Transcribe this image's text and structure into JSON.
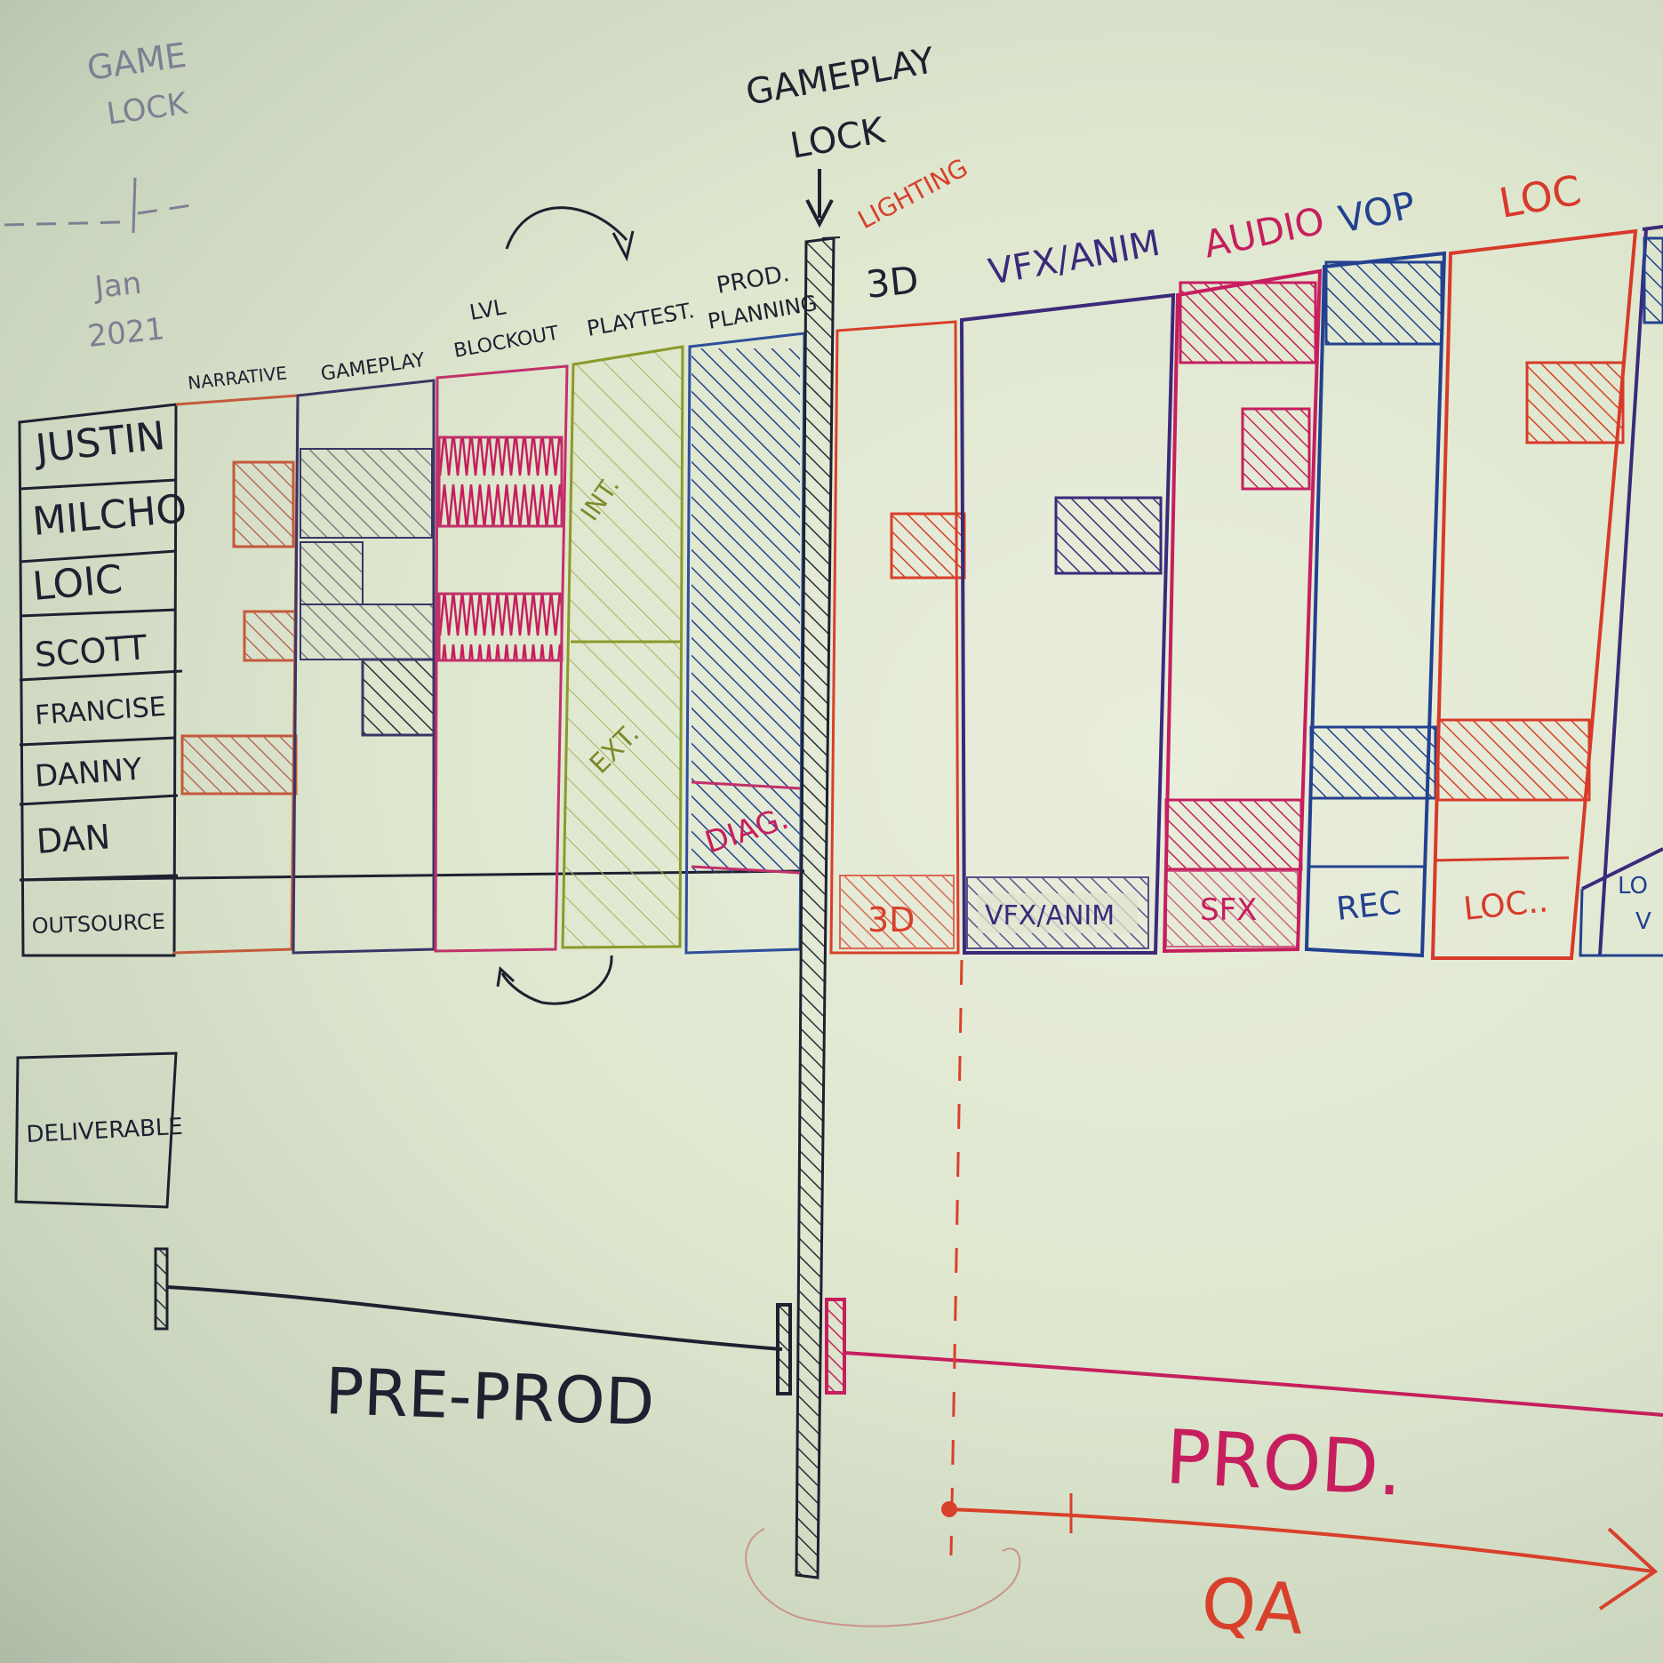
{
  "corner_note": {
    "line1": "GAME",
    "line2": "LOCK",
    "month": "Jan",
    "year": "2021"
  },
  "gameplay_lock": {
    "line1": "GAMEPLAY",
    "line2": "LOCK"
  },
  "people": [
    "JUSTIN",
    "MILCHO",
    "LOIC",
    "SCOTT",
    "FRANCISE",
    "DANNY",
    "DAN",
    "OUTSOURCE"
  ],
  "preprod_columns": [
    {
      "label": "NARRATIVE",
      "color": "#c45a3c"
    },
    {
      "label": "GAMEPLAY",
      "color": "#3a3566"
    },
    {
      "label_line1": "LVL",
      "label_line2": "BLOCKOUT",
      "color": "#c2306a"
    },
    {
      "label": "PLAYTEST.",
      "color": "#8a9a2a",
      "inner_top": "INT.",
      "inner_bottom": "EXT."
    },
    {
      "label_line1": "PROD.",
      "label_line2": "PLANNING",
      "color": "#2e4f9a",
      "inner": "DIAG."
    }
  ],
  "lighting_label": "LIGHTING",
  "prod_columns": [
    {
      "label": "3D",
      "color": "#d8402b",
      "bottom": "3D"
    },
    {
      "label": "VFX/ANIM",
      "color": "#3b2a7a",
      "bottom": "VFX/ANIM"
    },
    {
      "label": "AUDIO",
      "color": "#c61e5e",
      "bottom": "SFX"
    },
    {
      "label": "VOP",
      "color": "#23418f",
      "bottom": "REC"
    },
    {
      "label": "LOC",
      "color": "#d83a2a",
      "bottom": "LOC.."
    }
  ],
  "partial_column": {
    "bottom_line1": "LO",
    "bottom_line2": "V"
  },
  "deliverable": "DELIVERABLE",
  "timeline": {
    "preprod": "PRE-PROD",
    "prod": "PROD.",
    "qa": "QA"
  },
  "colors": {
    "ink_black": "#1d2130",
    "red": "#d8402b",
    "magenta": "#c61e5e",
    "blue": "#23418f",
    "purple": "#3b2a7a",
    "olive": "#8a9a2a"
  }
}
